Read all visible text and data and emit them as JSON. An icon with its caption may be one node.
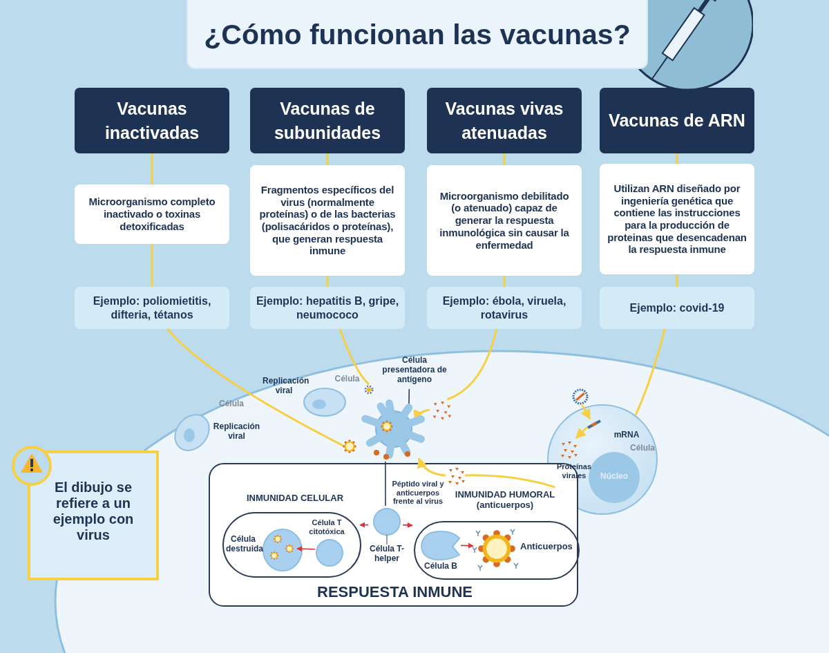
{
  "diagram": {
    "title": "¿Cómo funcionan las vacunas?",
    "nodes": [
      {
        "text": [
          "Vacunas inactivadas"
        ]
      },
      {
        "text": [
          "Microorganismo completo inactivado o toxinas detoxificadas"
        ]
      },
      {
        "text": [
          "Ejemplo: poliomietitis, difteria, tétanos"
        ]
      },
      {
        "text": [
          "Vacunas de subunidades"
        ]
      },
      {
        "text": [
          "Fragmentos específicos del virus (normalmente proteínas) o de las bacterias (polisacáridos o proteínas), que generan respuesta inmune"
        ]
      },
      {
        "text": [
          "Ejemplo: hepatitis B, gripe, neumococo"
        ]
      },
      {
        "text": [
          "Vacunas vivas atenuadas"
        ]
      },
      {
        "text": [
          "Microorganismo debilitado (o atenuado) capaz de generar la respuesta inmunológica sin causar la enfermedad"
        ]
      },
      {
        "text": [
          "Ejemplo: ébola, viruela, rotavirus"
        ]
      },
      {
        "text": [
          "Vacunas de ARN"
        ]
      },
      {
        "text": [
          "Utilizan ARN diseñado por ingeniería genética que contiene las instrucciones para la producción de proteinas que desencadenan la respuesta inmune"
        ]
      },
      {
        "text": [
          "Ejemplo: covid-19"
        ]
      },
      {
        "text": [
          "El dibujo se refiere a un ejemplo con virus"
        ]
      },
      {
        "text": [],
        "shape": "picture"
      },
      {
        "text": [],
        "shape": "picture"
      },
      {
        "text": [
          "Célula presentadora de antígeno"
        ]
      },
      {
        "text": [],
        "shape": "picture"
      },
      {
        "text": [],
        "shape": "picture"
      },
      {
        "text": [
          "Replicación viral",
          "Célula"
        ]
      },
      {
        "text": [
          "Célula",
          "Replicación viral"
        ]
      },
      {
        "text": [
          "mRNA",
          "Proteínas virales",
          "Célula"
        ]
      },
      {
        "text": [
          "Núcleo"
        ],
        "in": 20
      },
      {
        "text": [],
        "shape": "picture"
      },
      {
        "text": [],
        "shape": "picture",
        "in": 20
      },
      {
        "text": [],
        "shape": "picture",
        "in": 20
      },
      {
        "text": [],
        "shape": "picture",
        "in": 26
      },
      {
        "text": [
          "RESPUESTA INMUNE"
        ]
      },
      {
        "text": [
          "Célula T-helper"
        ],
        "in": 26
      },
      {
        "text": [
          "INMUNIDAD CELULAR"
        ],
        "in": 26
      },
      {
        "text": [
          "Célula T citotóxica"
        ],
        "in": 28
      },
      {
        "text": [
          "Célula destruida"
        ],
        "in": 28
      },
      {
        "text": [
          "INMUNIDAD HUMORAL (anticuerpos)"
        ],
        "in": 26
      },
      {
        "text": [
          "Célula B"
        ],
        "in": 31
      },
      {
        "text": [
          "Anticuerpos"
        ],
        "in": 31
      }
    ],
    "edges": [
      {
        "from": 0,
        "to": 1,
        "arrow": "none"
      },
      {
        "from": 1,
        "to": 2,
        "arrow": "none"
      },
      {
        "from": 2,
        "to": 13,
        "arrow": "none"
      },
      {
        "from": 3,
        "to": 4,
        "arrow": "none"
      },
      {
        "from": 4,
        "to": 5,
        "arrow": "none"
      },
      {
        "from": 5,
        "to": 14,
        "arrow": "none"
      },
      {
        "from": 6,
        "to": 7,
        "arrow": "none"
      },
      {
        "from": 7,
        "to": 8,
        "arrow": "none"
      },
      {
        "from": 8,
        "to": 17,
        "arrow": "none"
      },
      {
        "from": 9,
        "to": 10,
        "arrow": "none"
      },
      {
        "from": 10,
        "to": 11,
        "arrow": "none"
      },
      {
        "from": 11,
        "to": 20,
        "arrow": "none"
      },
      {
        "from": 17,
        "to": 16,
        "arrow": "to"
      },
      {
        "from": 20,
        "to": 25,
        "arrow": "none"
      },
      {
        "from": 25,
        "to": 16,
        "arrow": "to"
      },
      {
        "from": 22,
        "to": 23,
        "arrow": "to"
      },
      {
        "from": 23,
        "to": 24,
        "arrow": "to"
      },
      {
        "from": 15,
        "to": 16,
        "arrow": "none",
        "color": "#2b3a55"
      },
      {
        "from": 16,
        "to": 27,
        "arrow": "none",
        "label": "Péptido viral y anticuerpos frente al virus",
        "color": "#2b3a55"
      },
      {
        "from": 27,
        "to": 28,
        "arrow": "to",
        "color": "#d8343d"
      },
      {
        "from": 27,
        "to": 31,
        "arrow": "to",
        "color": "#d8343d"
      },
      {
        "from": 29,
        "to": 30,
        "arrow": "to",
        "color": "#d8343d"
      },
      {
        "from": 32,
        "to": 33,
        "arrow": "to",
        "color": "#d8343d"
      }
    ]
  }
}
